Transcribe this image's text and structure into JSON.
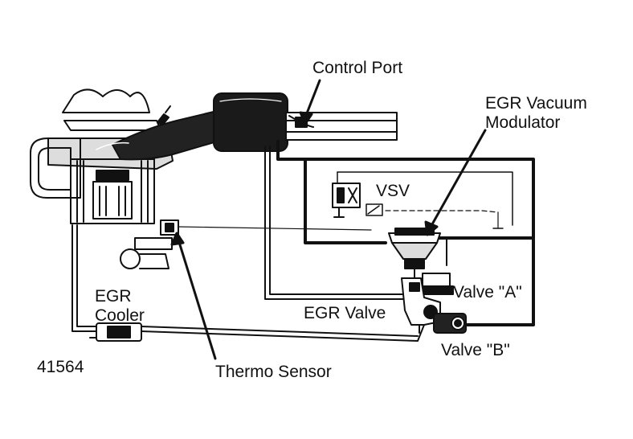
{
  "labels": {
    "control_port": "Control Port",
    "egr_vacuum_modulator_line1": "EGR Vacuum",
    "egr_vacuum_modulator_line2": "Modulator",
    "vsv": "VSV",
    "valve_a": "Valve \"A\"",
    "egr_valve": "EGR Valve",
    "valve_b": "Valve \"B\"",
    "egr_cooler_line1": "EGR",
    "egr_cooler_line2": "Cooler",
    "thermo_sensor": "Thermo Sensor",
    "figure_number": "41564"
  },
  "colors": {
    "ink": "#111111",
    "paper": "#ffffff",
    "shade": "#222222"
  }
}
